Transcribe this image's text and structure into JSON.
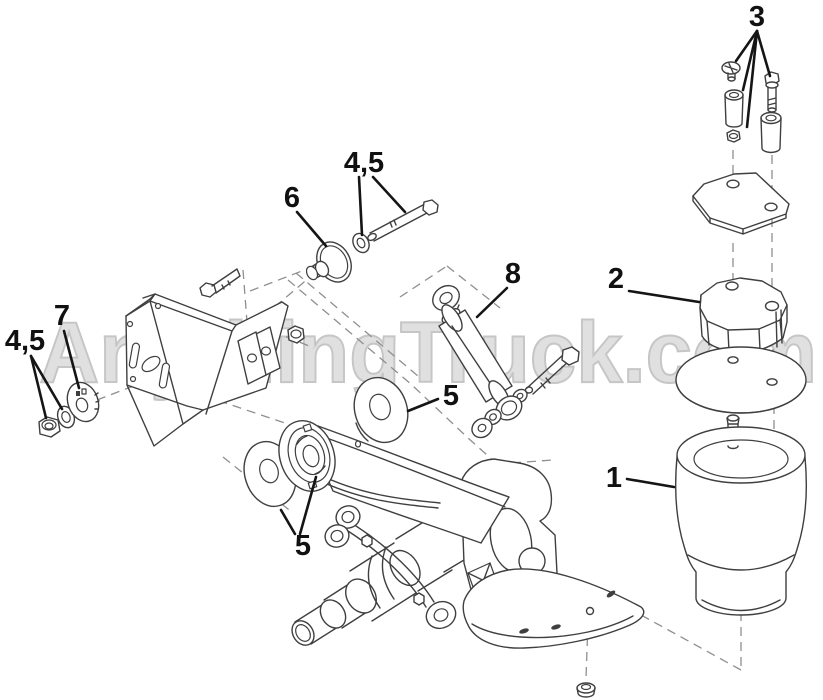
{
  "watermark": {
    "text": "AnythingTruck.com"
  },
  "colors": {
    "background": "#ffffff",
    "line_art": "#3f3f3f",
    "callout_text": "#111111",
    "leader_line": "#151515",
    "dashed_guide": "#8f8f8f",
    "watermark_fill": "#e0e0e0",
    "watermark_outline": "#c6c6c6"
  },
  "callouts": [
    {
      "id": "fastener-kit",
      "label": "3"
    },
    {
      "id": "bolt-washer-top",
      "label": "4,5"
    },
    {
      "id": "cup-washer",
      "label": "6"
    },
    {
      "id": "spacer-block",
      "label": "2"
    },
    {
      "id": "shock-absorber",
      "label": "8"
    },
    {
      "id": "flat-washer-right",
      "label": "5"
    },
    {
      "id": "cam-washer",
      "label": "7"
    },
    {
      "id": "nut-washer-left",
      "label": "4,5"
    },
    {
      "id": "air-spring",
      "label": "1"
    },
    {
      "id": "flat-washer-pair",
      "label": "5"
    }
  ]
}
